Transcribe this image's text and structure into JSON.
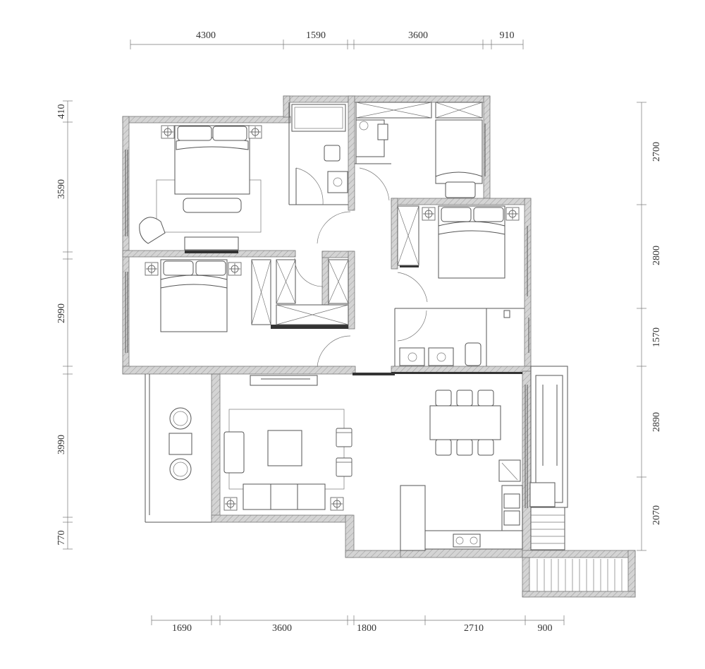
{
  "dimensions": {
    "top": [
      "4300",
      "1590",
      "3600",
      "910"
    ],
    "bottom": [
      "1690",
      "3600",
      "1800",
      "2710",
      "900"
    ],
    "left": [
      "410",
      "3590",
      "2990",
      "3990",
      "770"
    ],
    "right": [
      "2700",
      "2800",
      "1570",
      "2890",
      "2070"
    ]
  },
  "colors": {
    "wall_fill": "#cfcfcf",
    "line": "#555555",
    "background": "#ffffff"
  }
}
